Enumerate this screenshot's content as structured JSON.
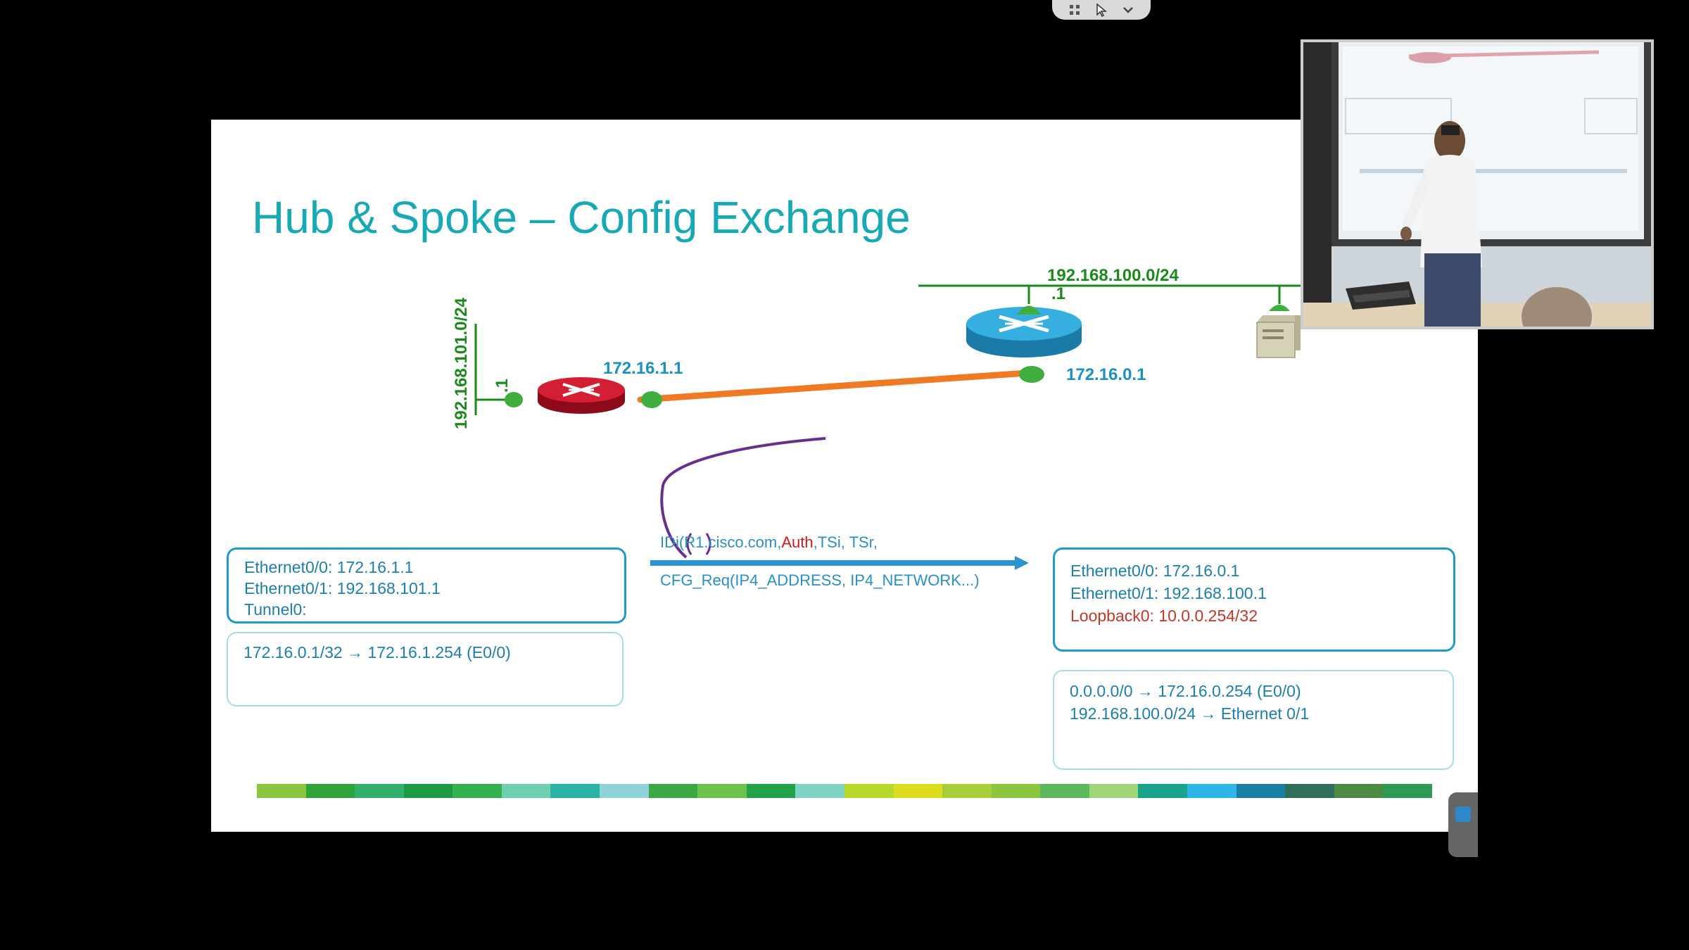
{
  "slide": {
    "title": "Hub & Spoke – Config Exchange",
    "network": {
      "hub_lan": "192.168.100.0/24",
      "hub_lan_host": ".1",
      "hub_wan_ip": "172.16.0.1",
      "spoke_wan_ip": "172.16.1.1",
      "spoke_lan": "192.168.101.0/24",
      "spoke_lan_host": ".1"
    },
    "message": {
      "id_prefix": "IDi(R1.cisco.com,",
      "auth": "Auth",
      "ts_part": ",TSi, TSr,",
      "cfg_req": "CFG_Req(IP4_ADDRESS, IP4_NETWORK...)"
    },
    "spoke_interfaces": [
      "Ethernet0/0: 172.16.1.1",
      "Ethernet0/1: 192.168.101.1",
      "Tunnel0:"
    ],
    "spoke_routes": [
      "172.16.0.1/32 → 172.16.1.254 (E0/0)"
    ],
    "hub_interfaces": [
      "Ethernet0/0:  172.16.0.1",
      "Ethernet0/1:  192.168.100.1"
    ],
    "hub_loopback": "Loopback0:  10.0.0.254/32",
    "hub_routes": [
      "0.0.0.0/0  → 172.16.0.254  (E0/0)",
      "192.168.100.0/24  → Ethernet 0/1"
    ]
  },
  "colors": {
    "title": "#17a9b5",
    "network_green": "#1b8a1b",
    "ip_blue": "#1c90c0",
    "tunnel_orange": "#f07a23",
    "annotation_purple": "#6b2e8f",
    "spoke_router_red": "#c8102e",
    "hub_router_blue": "#2ea3d6"
  },
  "icons": {
    "toolbar": [
      "layout-icon",
      "cursor-icon",
      "chevron-down-icon"
    ],
    "side_handle": "presenter-icon"
  },
  "strip_colors": [
    "#8cc63f",
    "#2ea43a",
    "#33b06b",
    "#1e9a44",
    "#35b24f",
    "#6fcfb0",
    "#2ab3a5",
    "#8fd3d8",
    "#3aa845",
    "#6cc24a",
    "#22a34a",
    "#7fd3c5",
    "#b5d82b",
    "#dcdc1e",
    "#a6ce39",
    "#8cc63f",
    "#5cb85c",
    "#9fd67a",
    "#1aa38c",
    "#2eb6e8",
    "#1a7fa3",
    "#2e6e5a",
    "#4d8b45",
    "#2e9a55"
  ]
}
